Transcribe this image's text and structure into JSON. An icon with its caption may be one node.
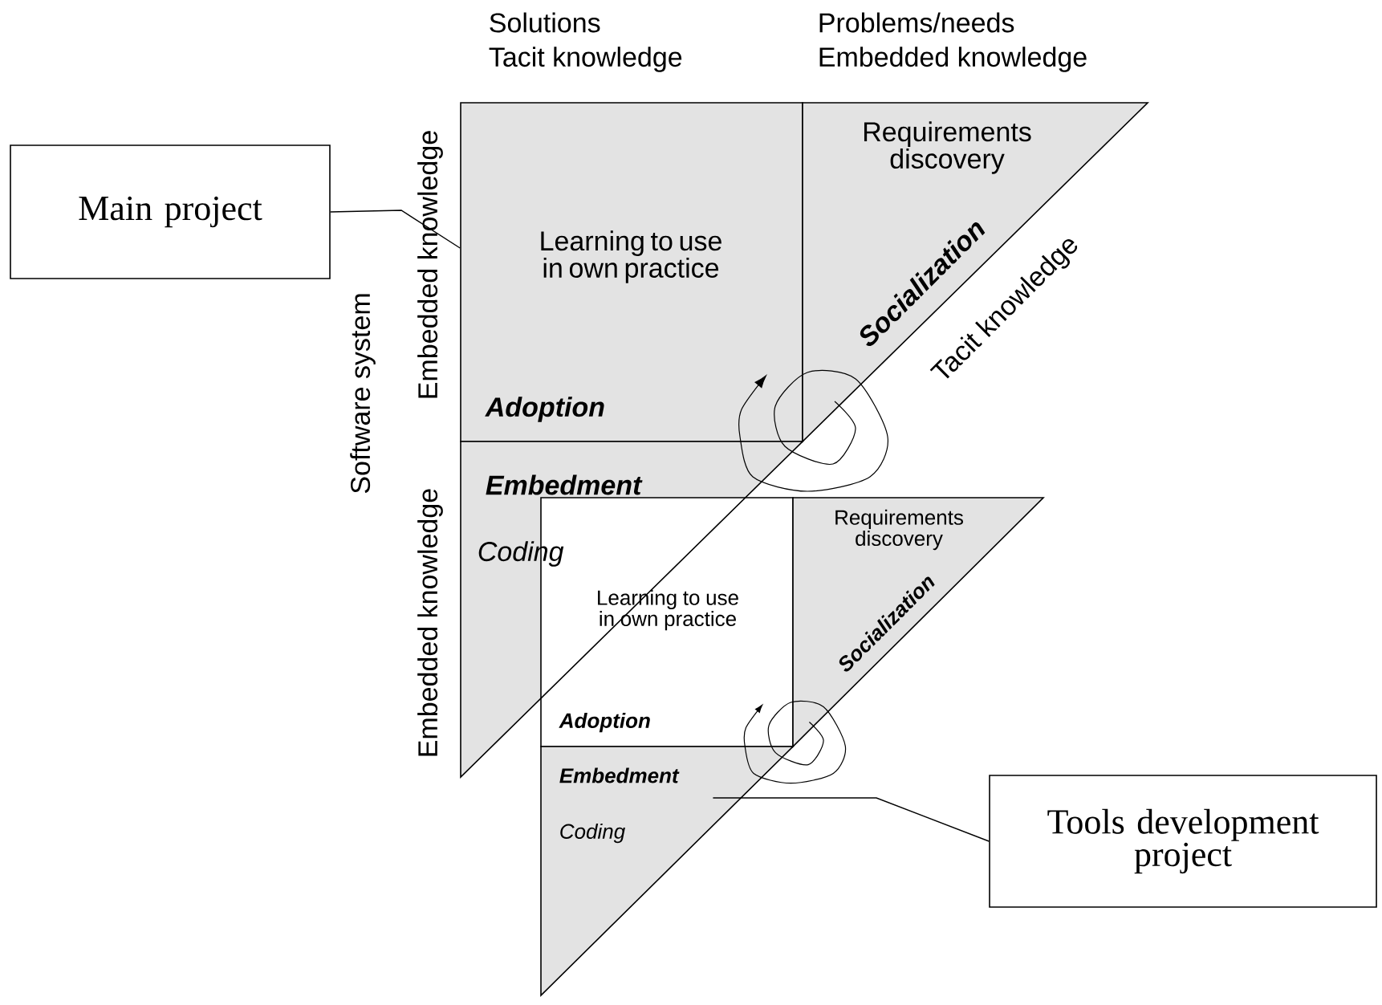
{
  "diagram": {
    "nodes": [
      {
        "text": [
          "Main project"
        ]
      },
      {
        "text": [
          "Learning to use in own practice",
          "Adoption"
        ]
      },
      {
        "text": [
          "Requirements discovery",
          "Socialization"
        ]
      },
      {
        "text": [
          "Embedment",
          "Coding"
        ]
      },
      {
        "text": [
          "Tools development project"
        ]
      },
      {
        "text": [
          "Learning to use in own practice",
          "Adoption"
        ]
      },
      {
        "text": [
          "Requirements discovery",
          "Socialization"
        ]
      },
      {
        "text": [
          "Embedment",
          "Coding"
        ]
      }
    ],
    "edges": [
      {
        "from": 0,
        "to": 1,
        "arrow": "none"
      },
      {
        "from": 4,
        "to": 7,
        "arrow": "none"
      }
    ],
    "labels": [
      "Solutions",
      "Tacit knowledge",
      "Problems/needs",
      "Embedded knowledge",
      "Embedded knowledge",
      "Tacit knowledge",
      "Software system",
      "Embedded knowledge"
    ]
  }
}
